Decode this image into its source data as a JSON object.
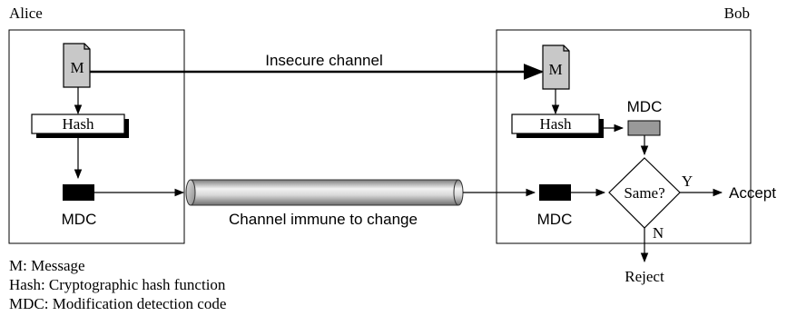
{
  "parties": {
    "sender": "Alice",
    "receiver": "Bob"
  },
  "nodes": {
    "message_sender": "M",
    "message_receiver": "M",
    "hash_sender": "Hash",
    "hash_receiver": "Hash",
    "mdc_sender": "MDC",
    "mdc_receiver_top": "MDC",
    "mdc_receiver_bottom": "MDC",
    "decision": "Same?",
    "yes": "Y",
    "no": "N",
    "accept": "Accept",
    "reject": "Reject"
  },
  "channels": {
    "insecure": "Insecure channel",
    "immune": "Channel immune to change"
  },
  "legend": [
    "M: Message",
    "Hash: Cryptographic hash function",
    "MDC: Modification detection code"
  ],
  "colors": {
    "box_fill": "#ffffff",
    "doc_fill": "#c8c8c8",
    "mdc_sender_fill": "#000000",
    "mdc_receiver_top_fill": "#999999",
    "mdc_receiver_bottom_fill": "#000000",
    "shadow": "#000000",
    "line": "#000000"
  }
}
